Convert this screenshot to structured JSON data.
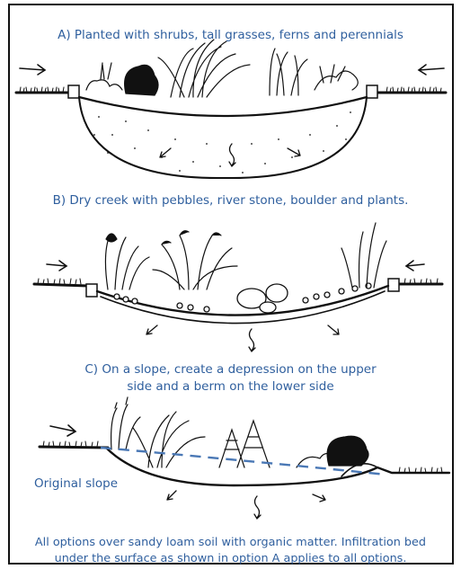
{
  "captions": {
    "a": "A) Planted with shrubs, tall grasses, ferns and perennials",
    "b": "B) Dry creek with pebbles, river stone, boulder and plants.",
    "c_line1": "C) On a slope, create a depression on the upper",
    "c_line2": "side and a berm on the lower side"
  },
  "labels": {
    "original_slope": "Original slope"
  },
  "footer": {
    "line1": "All options over sandy loam soil with organic matter. Infiltration bed",
    "line2": "under the surface as shown in option A applies to all options."
  },
  "colors": {
    "text_blue": "#2f5f9e",
    "slope_line": "#4a78b5",
    "ink": "#111111"
  }
}
